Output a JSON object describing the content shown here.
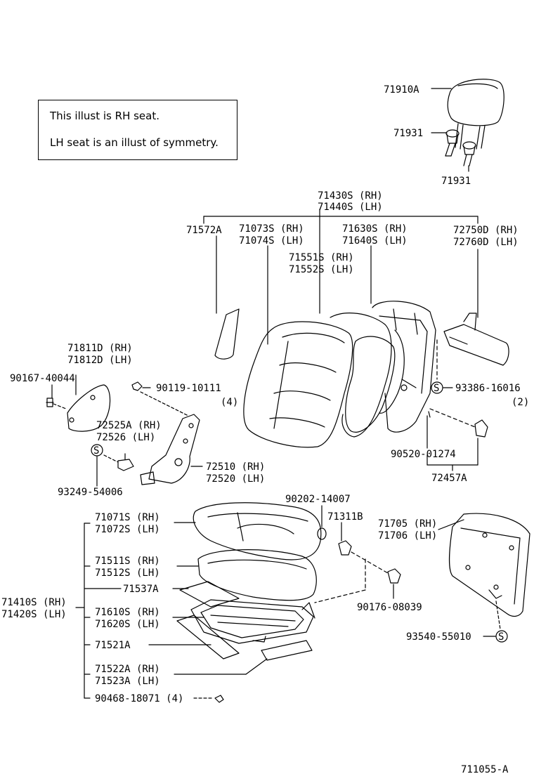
{
  "note": {
    "line1": "This illust is RH seat.",
    "line2": "LH seat is an illust of symmetry."
  },
  "labels": {
    "p71910A": "71910A",
    "p71931a": "71931",
    "p71931b": "71931",
    "p71430S": "71430S (RH)",
    "p71440S": "71440S (LH)",
    "p71572A": "71572A",
    "p71073S": "71073S (RH)",
    "p71074S": "71074S (LH)",
    "p71630S": "71630S (RH)",
    "p71640S": "71640S (LH)",
    "p72750D": "72750D (RH)",
    "p72760D": "72760D (LH)",
    "p71551S": "71551S (RH)",
    "p71552S": "71552S (LH)",
    "p71811D": "71811D (RH)",
    "p71812D": "71812D (LH)",
    "p90167": "90167-40044",
    "p90119": "90119-10111",
    "p90119qty": "(4)",
    "p93386": "93386-16016",
    "p93386qty": "(2)",
    "p72525A": "72525A (RH)",
    "p72526": "72526   (LH)",
    "p72510": "72510 (RH)",
    "p72520": "72520 (LH)",
    "p90520": "90520-01274",
    "p72457A": "72457A",
    "p93249": "93249-54006",
    "p90202": "90202-14007",
    "p71071S": "71071S (RH)",
    "p71072S": "71072S (LH)",
    "p71311B": "71311B",
    "p71705": "71705 (RH)",
    "p71706": "71706 (LH)",
    "p71511S": "71511S (RH)",
    "p71512S": "71512S (LH)",
    "p71537A": "71537A",
    "p71410S": "71410S (RH)",
    "p71420S": "71420S (LH)",
    "p71610S": "71610S (RH)",
    "p71620S": "71620S (LH)",
    "p90176": "90176-08039",
    "p71521A": "71521A",
    "p93540": "93540-55010",
    "p71522A": "71522A (RH)",
    "p71523A": "71523A (LH)",
    "p90468": "90468-18071 (4)",
    "drawingNo": "711055-A"
  },
  "symbols": {
    "s": "S"
  }
}
